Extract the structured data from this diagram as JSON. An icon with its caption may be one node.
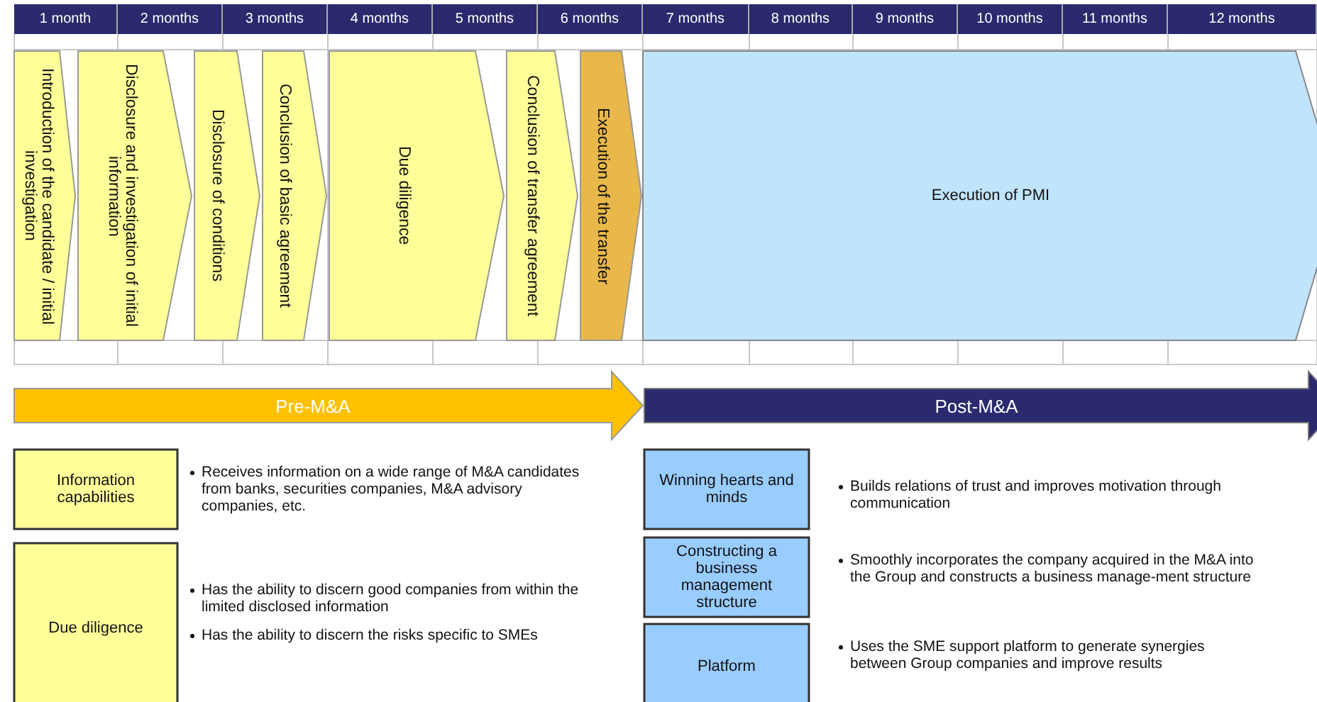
{
  "diagram": {
    "nodes": [
      {
        "text": [
          "Introduction of the candidate / initial investigation"
        ]
      },
      {
        "text": [
          "Disclosure and investigation of initial information"
        ]
      },
      {
        "text": [
          "Disclosure of conditions"
        ]
      },
      {
        "text": [
          "Conclusion of basic agreement"
        ]
      },
      {
        "text": [
          "Due diligence"
        ]
      },
      {
        "text": [
          "Conclusion of transfer agreement"
        ]
      },
      {
        "text": [
          "Execution of the transfer"
        ]
      },
      {
        "text": [
          "Execution of PMI"
        ]
      },
      {
        "text": [
          "Pre-M&A"
        ]
      },
      {
        "text": [
          "Post-M&A"
        ]
      },
      {
        "text": [
          "Information capabilities"
        ],
        "beside": [
          "Receives information on a wide range of M&A candidates from banks, securities companies, M&A advisory companies, etc."
        ]
      },
      {
        "text": [
          "Due diligence"
        ],
        "beside": [
          "Has the ability to discern good companies from within the limited disclosed information",
          "Has the ability to discern the risks specific to SMEs"
        ]
      },
      {
        "text": [
          "Winning hearts and minds"
        ],
        "beside": [
          "Builds relations of trust and improves motivation through communication"
        ]
      },
      {
        "text": [
          "Constructing a business management structure"
        ],
        "beside": [
          "Smoothly incorporates the company acquired in the M&A into the Group and constructs a business manage-ment structure"
        ]
      },
      {
        "text": [
          "Platform"
        ],
        "beside": [
          "Uses the SME support platform to generate synergies between Group companies and improve results"
        ]
      }
    ],
    "labels": [
      "1 month",
      "2 months",
      "3 months",
      "4 months",
      "5 months",
      "6 months",
      "7 months",
      "8 months",
      "9 months",
      "10 months",
      "11 months",
      "12 months"
    ]
  }
}
